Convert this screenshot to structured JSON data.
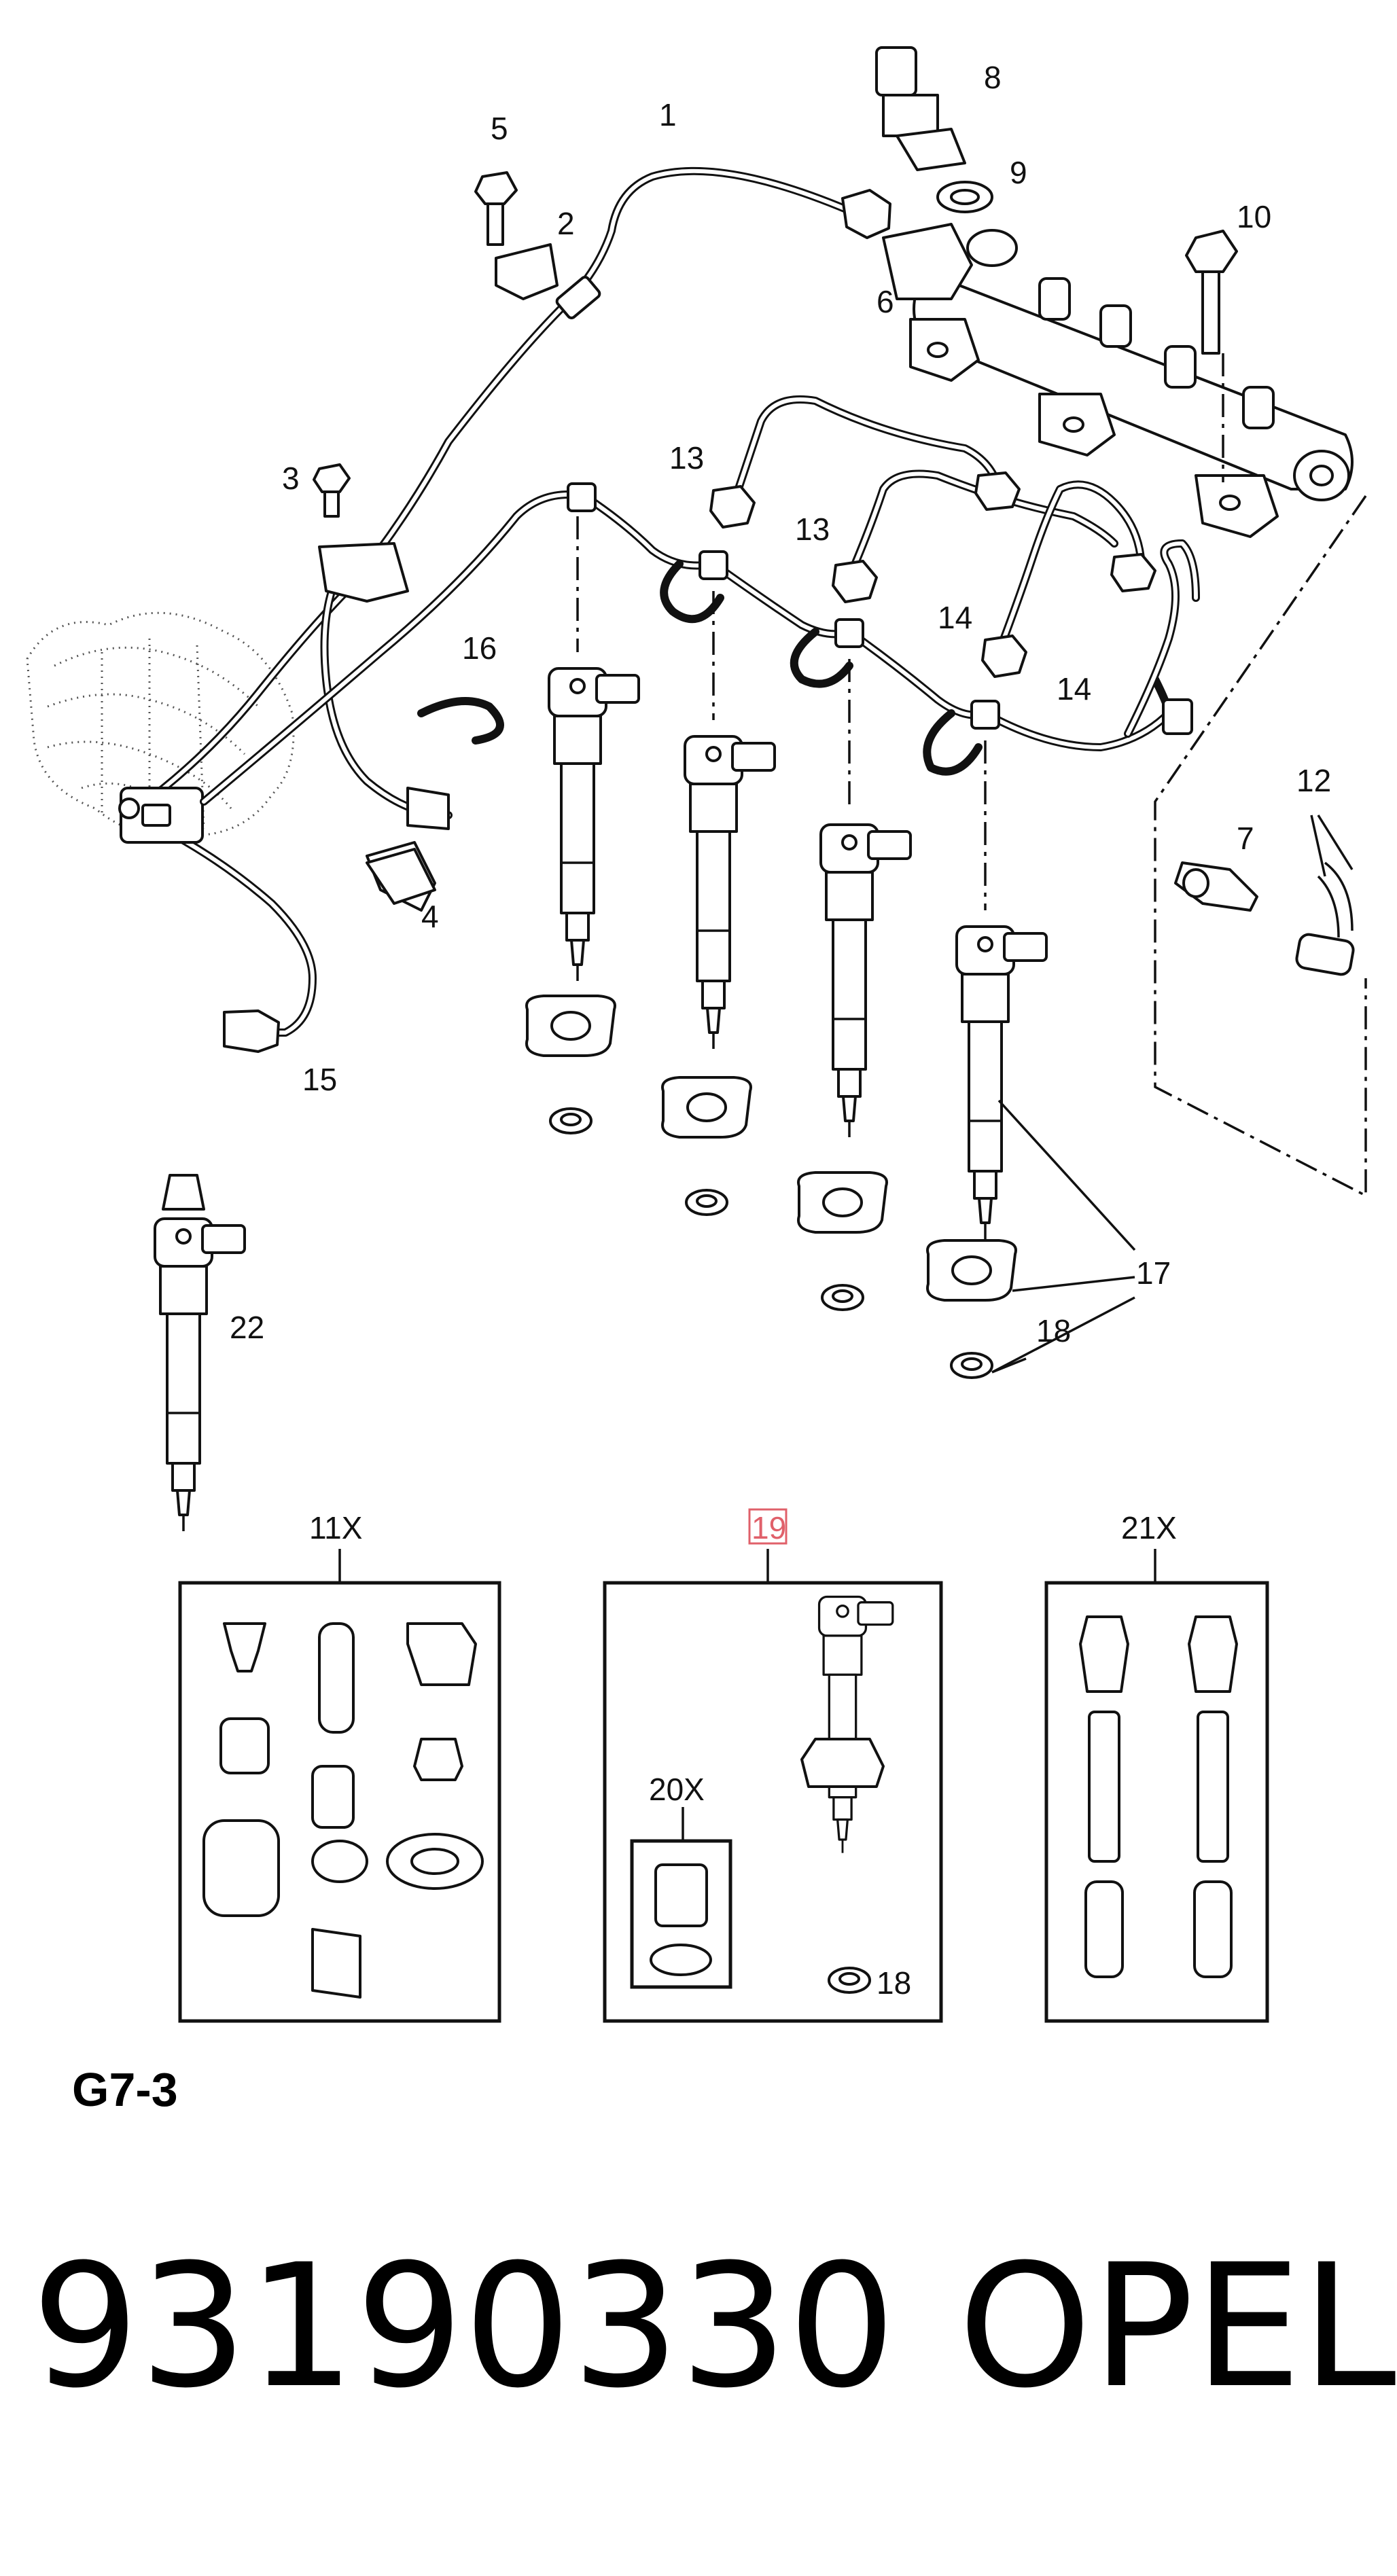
{
  "diagram": {
    "callouts": {
      "c1": "1",
      "c2": "2",
      "c3": "3",
      "c4": "4",
      "c5": "5",
      "c6": "6",
      "c7": "7",
      "c8": "8",
      "c9": "9",
      "c10": "10",
      "c12": "12",
      "c13a": "13",
      "c13b": "13",
      "c14a": "14",
      "c14b": "14",
      "c15": "15",
      "c16": "16",
      "c17": "17",
      "c18a": "18",
      "c18b": "18",
      "c22": "22",
      "c11x": "11X",
      "c19": "19",
      "c20x": "20X",
      "c21x": "21X"
    },
    "highlighted_callout": "19",
    "highlight_color": "#e0606a"
  },
  "page_label": "G7-3",
  "part_number": "93190330",
  "brand": "OPEL"
}
